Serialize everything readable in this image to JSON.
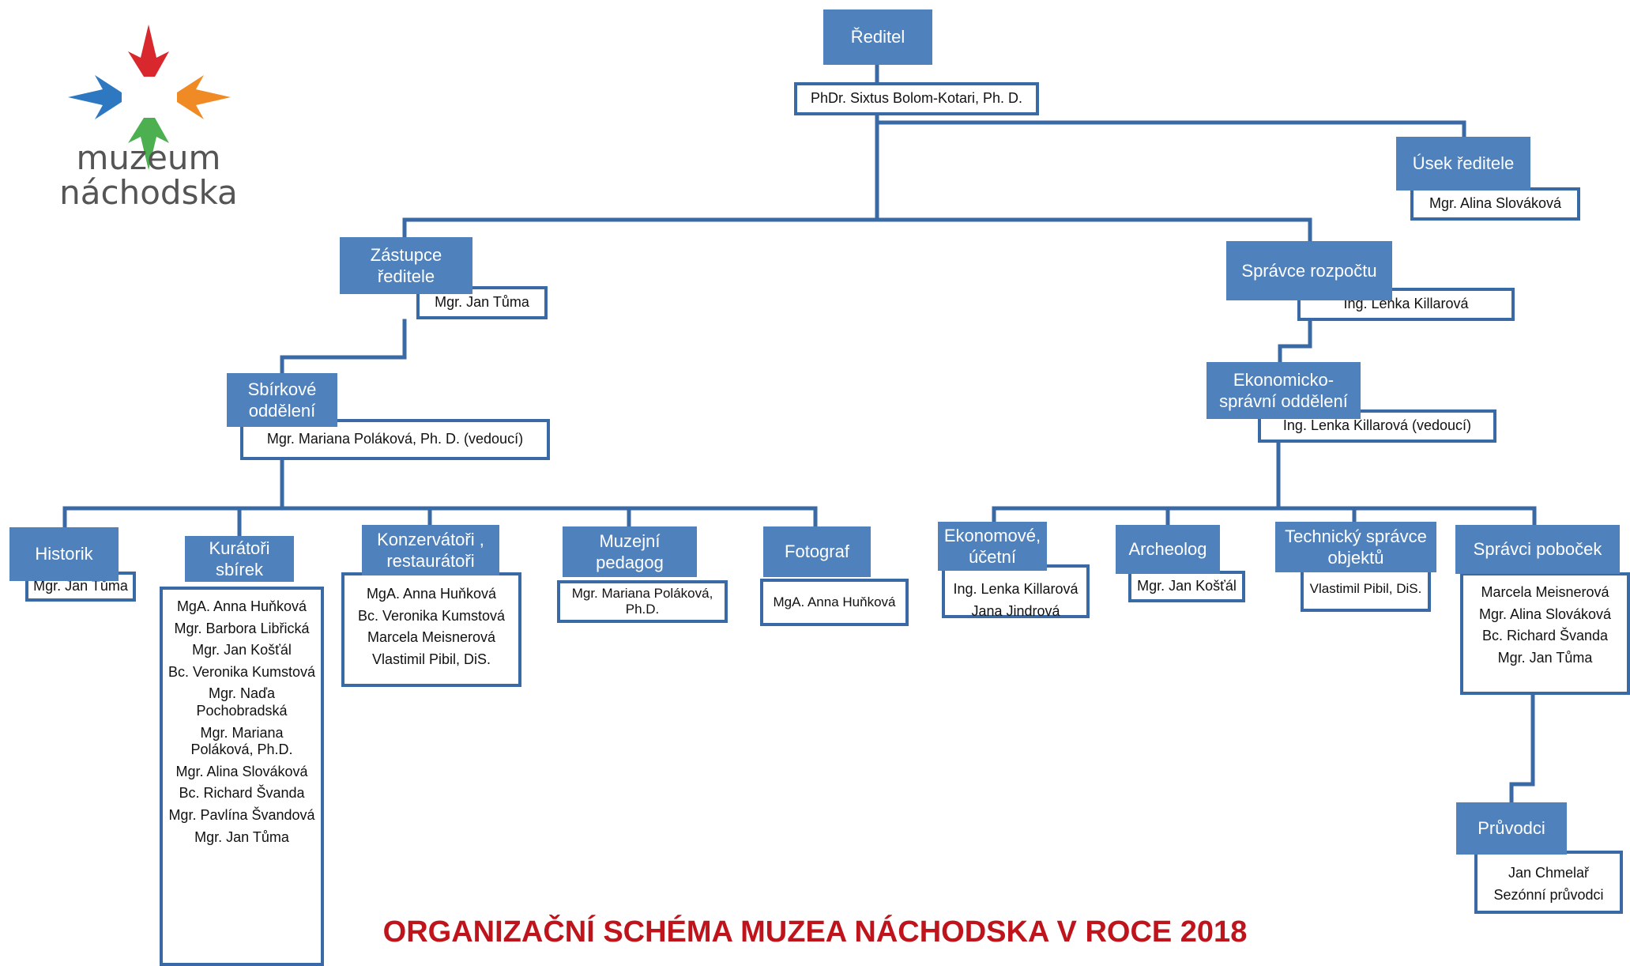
{
  "logo": {
    "line1": "muzeum",
    "line2": "náchodska",
    "colors": [
      "#d9272e",
      "#f08a24",
      "#2e78c2",
      "#4caf50"
    ]
  },
  "title": "ORGANIZAČNÍ SCHÉMA MUZEA NÁCHODSKA V ROCE 2018",
  "colors": {
    "box_fill": "#4f81bd",
    "border": "#3a6aa6",
    "title_red": "#c0141c"
  },
  "nodes": {
    "reditel": {
      "title": "Ředitel",
      "names": [
        "PhDr. Sixtus Bolom-Kotari, Ph. D."
      ]
    },
    "usek": {
      "title": "Úsek ředitele",
      "names": [
        "Mgr. Alina Slováková"
      ]
    },
    "zastupce": {
      "title": "Zástupce ředitele",
      "names": [
        "Mgr. Jan Tůma"
      ]
    },
    "spravce_rozpoctu": {
      "title": "Správce rozpočtu",
      "names": [
        "Ing. Lenka Killarová"
      ]
    },
    "sbirkove": {
      "title": "Sbírkové oddělení",
      "names": [
        "Mgr. Mariana Poláková, Ph. D. (vedoucí)"
      ]
    },
    "ekonomicko": {
      "title": "Ekonomicko-správní oddělení",
      "names": [
        "Ing. Lenka Killarová (vedoucí)"
      ]
    },
    "historik": {
      "title": "Historik",
      "names": [
        "Mgr. Jan Tůma"
      ]
    },
    "kuratori": {
      "title": "Kurátoři sbírek",
      "names": [
        "MgA. Anna Huňková",
        "Mgr. Barbora Libřická",
        "Mgr. Jan Košťál",
        "Bc. Veronika Kumstová",
        "Mgr. Naďa Pochobradská",
        "Mgr. Mariana Poláková, Ph.D.",
        "Mgr. Alina Slováková",
        "Bc. Richard Švanda",
        "Mgr. Pavlína Švandová",
        "Mgr. Jan Tůma"
      ]
    },
    "konzervatori": {
      "title": "Konzervátoři , restaurátoři",
      "names": [
        "MgA. Anna Huňková",
        "Bc. Veronika Kumstová",
        "Marcela Meisnerová",
        "Vlastimil Pibil, DiS."
      ]
    },
    "muzejni": {
      "title": "Muzejní pedagog",
      "names": [
        "Mgr. Mariana Poláková, Ph.D."
      ]
    },
    "fotograf": {
      "title": "Fotograf",
      "names": [
        "MgA. Anna Huňková"
      ]
    },
    "ekonomove": {
      "title": "Ekonomové, účetní",
      "names": [
        "Ing. Lenka Killarová",
        "Jana Jindrová"
      ]
    },
    "archeolog": {
      "title": "Archeolog",
      "names": [
        "Mgr. Jan Košťál"
      ]
    },
    "technicky": {
      "title": "Technický správce objektů",
      "names": [
        "Vlastimil Pibil, DiS."
      ]
    },
    "spravci_pobocek": {
      "title": "Správci poboček",
      "names": [
        "Marcela Meisnerová",
        "Mgr. Alina Slováková",
        "Bc. Richard Švanda",
        "Mgr. Jan Tůma"
      ]
    },
    "pruvodci": {
      "title": "Průvodci",
      "names": [
        "Jan Chmelař",
        "Sezónní průvodci"
      ]
    }
  }
}
